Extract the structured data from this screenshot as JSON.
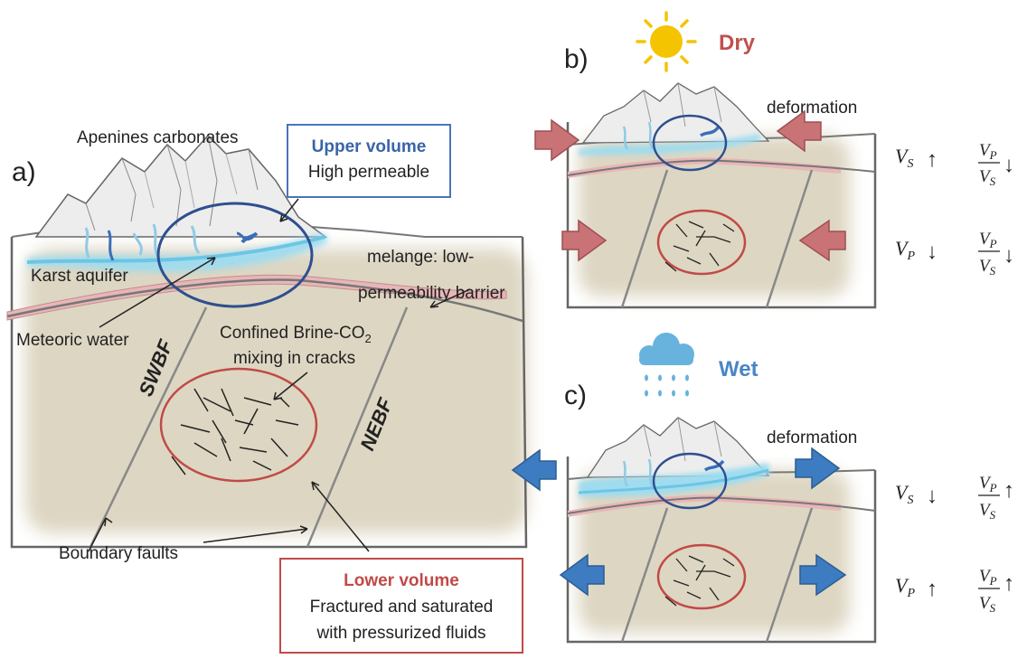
{
  "panels": {
    "a": {
      "letter": "a)",
      "mountain": "Apenines carbonates",
      "upper_volume": {
        "title": "Upper volume",
        "subtitle": "High permeable"
      },
      "karst": "Karst aquifer",
      "melange_line1": "melange: low-",
      "melange_line2": "permeability barrier",
      "meteoric": "Meteoric water",
      "brine_line1": "Confined Brine-CO",
      "brine_sub": "2",
      "brine_line2": "mixing in cracks",
      "fault_sw": "SWBF",
      "fault_ne": "NEBF",
      "boundary": "Boundary faults",
      "lower_volume": {
        "title": "Lower volume",
        "line1": "Fractured and saturated",
        "line2": "with pressurized fluids"
      }
    },
    "b": {
      "letter": "b)",
      "condition": "Dry",
      "deformation": "deformation",
      "vs_arrow": "↑",
      "vp_arrow": "↓",
      "ratio_top_arrow": "↓",
      "ratio_bottom_arrow": "↓"
    },
    "c": {
      "letter": "c)",
      "condition": "Wet",
      "deformation": "deformation",
      "vs_arrow": "↓",
      "vp_arrow": "↑",
      "ratio_top_arrow": "↑",
      "ratio_bottom_arrow": "↑"
    }
  },
  "symbols": {
    "V": "V",
    "S": "S",
    "P": "P"
  },
  "colors": {
    "sediment": "#ddd6c2",
    "aquifer": "#9fdcef",
    "melange": "#e8b6b8",
    "ellipse_upper": "#2e4f8f",
    "ellipse_lower": "#c04a47",
    "arrow_red": "#c97377",
    "arrow_blue": "#3d7cc0",
    "dry_text": "#c0504d",
    "wet_text": "#4a86c5",
    "sun": "#f5c400",
    "cloud": "#68b2de"
  }
}
